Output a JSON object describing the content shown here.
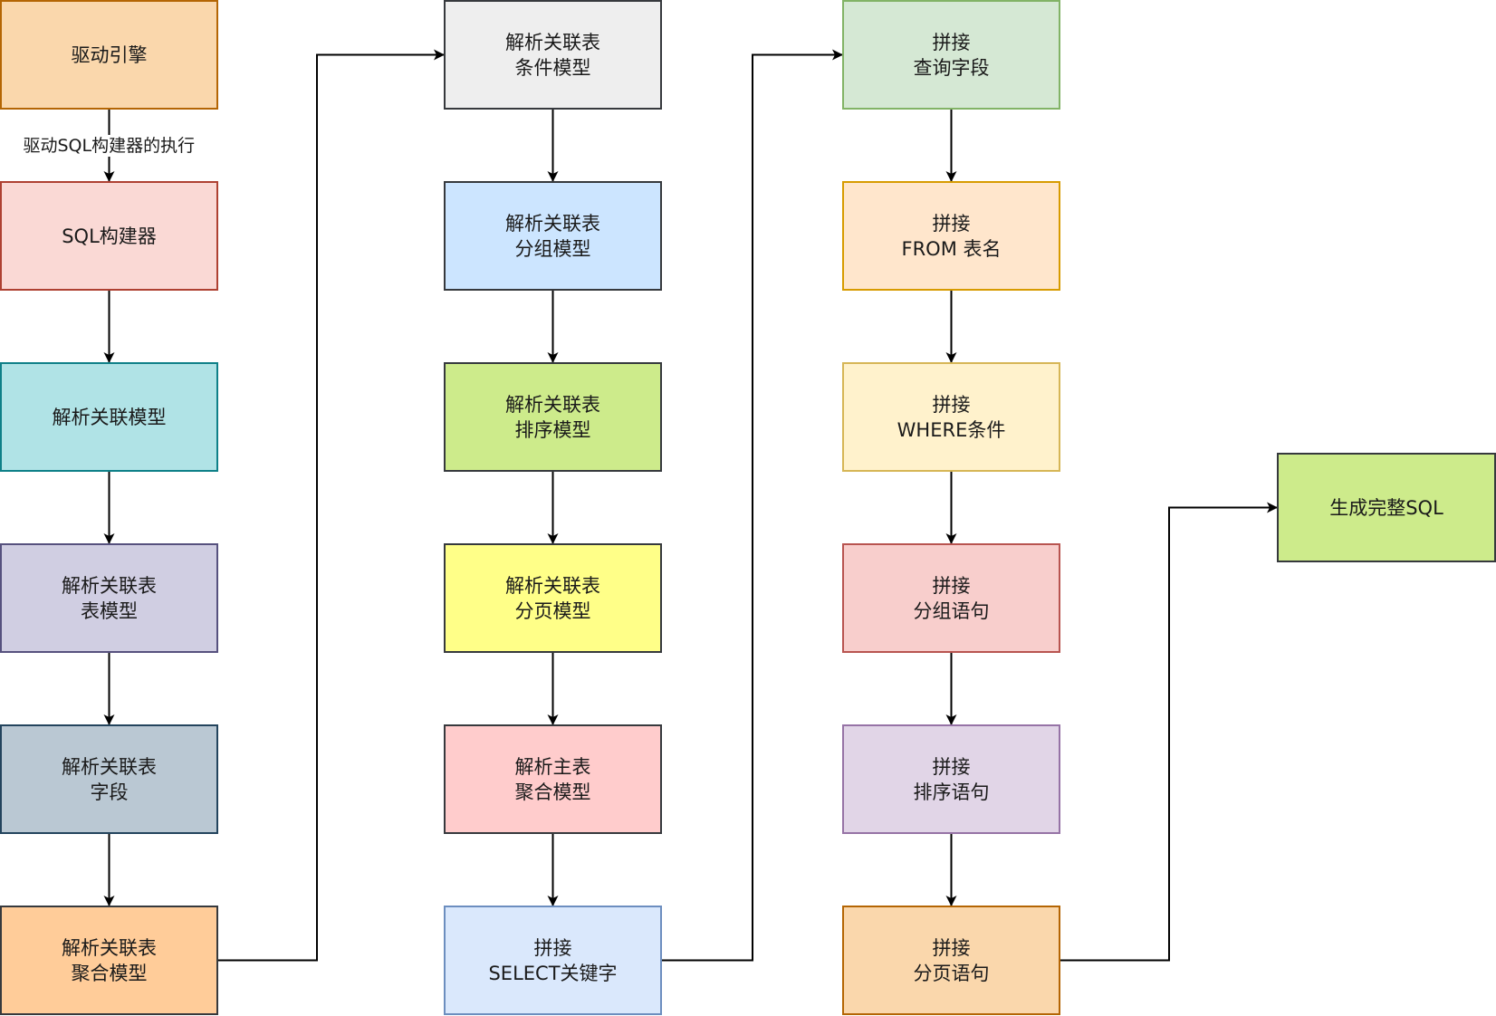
{
  "diagram": {
    "type": "flowchart",
    "nodes": [
      {
        "id": "n1",
        "label": "驱动引擎",
        "fill": "#fad7ac",
        "stroke": "#b46504"
      },
      {
        "id": "n2",
        "label": "SQL构建器",
        "fill": "#fad9d5",
        "stroke": "#ae4132"
      },
      {
        "id": "n3",
        "label": "解析关联模型",
        "fill": "#b0e3e6",
        "stroke": "#0e8088"
      },
      {
        "id": "n4",
        "label": "解析关联表\n表模型",
        "fill": "#d0cee2",
        "stroke": "#56517e"
      },
      {
        "id": "n5",
        "label": "解析关联表\n字段",
        "fill": "#bac8d3",
        "stroke": "#23445d"
      },
      {
        "id": "n6",
        "label": "解析关联表\n聚合模型",
        "fill": "#ffcc99",
        "stroke": "#36393d"
      },
      {
        "id": "n7",
        "label": "解析关联表\n条件模型",
        "fill": "#eeeeee",
        "stroke": "#36393d"
      },
      {
        "id": "n8",
        "label": "解析关联表\n分组模型",
        "fill": "#cce5ff",
        "stroke": "#36393d"
      },
      {
        "id": "n9",
        "label": "解析关联表\n排序模型",
        "fill": "#cdeb8b",
        "stroke": "#36393d"
      },
      {
        "id": "n10",
        "label": "解析关联表\n分页模型",
        "fill": "#ffff88",
        "stroke": "#36393d"
      },
      {
        "id": "n11",
        "label": "解析主表\n聚合模型",
        "fill": "#ffcccc",
        "stroke": "#36393d"
      },
      {
        "id": "n12",
        "label": "拼接\nSELECT关键字",
        "fill": "#dae8fc",
        "stroke": "#6c8ebf"
      },
      {
        "id": "n13",
        "label": "拼接\n查询字段",
        "fill": "#d5e8d4",
        "stroke": "#82b366"
      },
      {
        "id": "n14",
        "label": "拼接\nFROM 表名",
        "fill": "#ffe6cc",
        "stroke": "#d79b00"
      },
      {
        "id": "n15",
        "label": "拼接\nWHERE条件",
        "fill": "#fff2cc",
        "stroke": "#d6b656"
      },
      {
        "id": "n16",
        "label": "拼接\n分组语句",
        "fill": "#f8cecc",
        "stroke": "#b85450"
      },
      {
        "id": "n17",
        "label": "拼接\n排序语句",
        "fill": "#e1d5e7",
        "stroke": "#9673a6"
      },
      {
        "id": "n18",
        "label": "拼接\n分页语句",
        "fill": "#fad7ac",
        "stroke": "#b46504"
      },
      {
        "id": "n19",
        "label": "生成完整SQL",
        "fill": "#cdeb8b",
        "stroke": "#36393d"
      }
    ],
    "edges": [
      {
        "from": "n1",
        "to": "n2",
        "label": "驱动SQL构建器的执行"
      },
      {
        "from": "n2",
        "to": "n3"
      },
      {
        "from": "n3",
        "to": "n4"
      },
      {
        "from": "n4",
        "to": "n5"
      },
      {
        "from": "n5",
        "to": "n6"
      },
      {
        "from": "n6",
        "to": "n7"
      },
      {
        "from": "n7",
        "to": "n8"
      },
      {
        "from": "n8",
        "to": "n9"
      },
      {
        "from": "n9",
        "to": "n10"
      },
      {
        "from": "n10",
        "to": "n11"
      },
      {
        "from": "n11",
        "to": "n12"
      },
      {
        "from": "n12",
        "to": "n13"
      },
      {
        "from": "n13",
        "to": "n14"
      },
      {
        "from": "n14",
        "to": "n15"
      },
      {
        "from": "n15",
        "to": "n16"
      },
      {
        "from": "n16",
        "to": "n17"
      },
      {
        "from": "n17",
        "to": "n18"
      },
      {
        "from": "n18",
        "to": "n19"
      }
    ]
  }
}
